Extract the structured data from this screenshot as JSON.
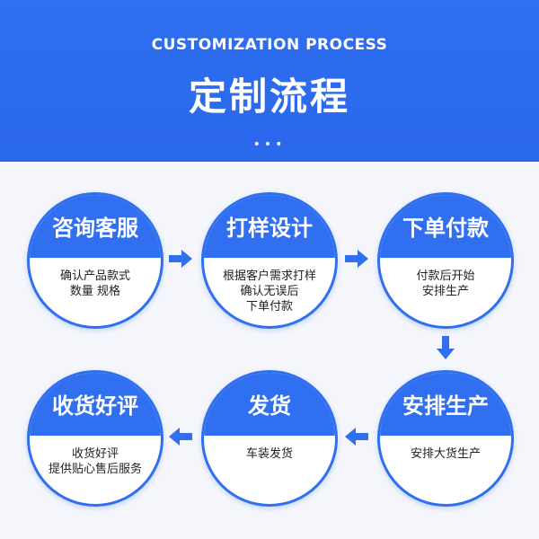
{
  "header": {
    "subtitle": "CUSTOMIZATION PROCESS",
    "title": "定制流程",
    "dots": "•••"
  },
  "steps": [
    {
      "title": "咨询客服",
      "lines": [
        "确认产品款式",
        "数量 规格"
      ]
    },
    {
      "title": "打样设计",
      "lines": [
        "根据客户需求打样",
        "确认无误后",
        "下单付款"
      ]
    },
    {
      "title": "下单付款",
      "lines": [
        "付款后开始",
        "安排生产"
      ]
    },
    {
      "title": "安排生产",
      "lines": [
        "安排大货生产"
      ]
    },
    {
      "title": "发货",
      "lines": [
        "车装发货"
      ]
    },
    {
      "title": "收货好评",
      "lines": [
        "收货好评",
        "提供贴心售后服务"
      ]
    }
  ],
  "colors": {
    "primary": "#2f6ff0",
    "background": "#f4f6fb",
    "text": "#222222"
  },
  "icons": {
    "arrow": "arrow-icon"
  }
}
